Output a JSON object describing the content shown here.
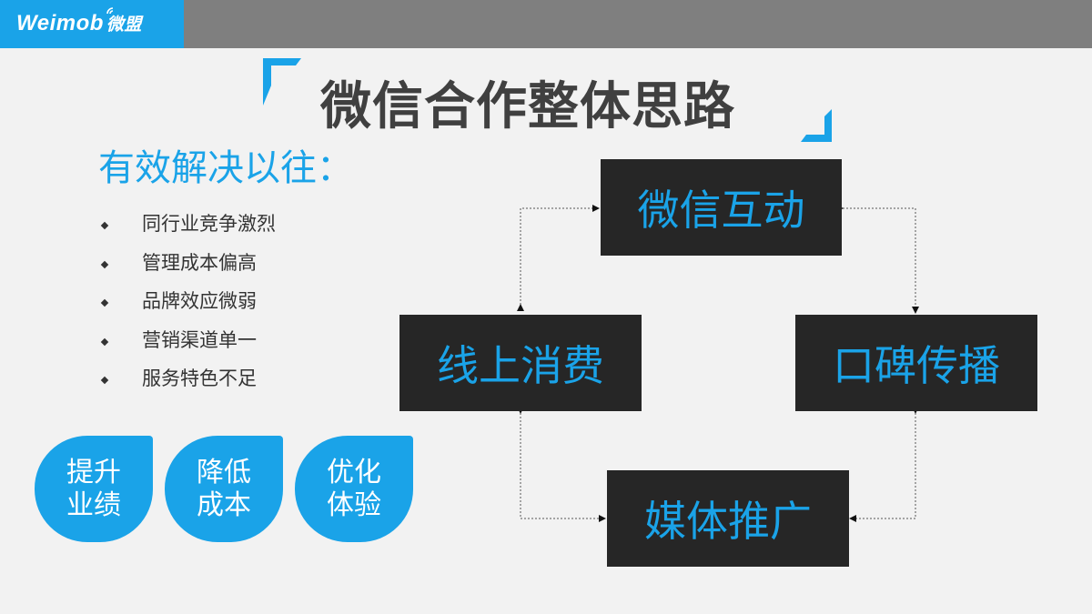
{
  "brand": {
    "logo_text": "Weimob",
    "logo_cn": "微盟"
  },
  "colors": {
    "accent": "#1aa3e8",
    "header_gray": "#7f7f7f",
    "box_dark": "#262626",
    "background": "#f2f2f2",
    "title_text": "#404040"
  },
  "slide": {
    "title": "微信合作整体思路",
    "subtitle": "有效解决以往："
  },
  "bullets": [
    "同行业竞争激烈",
    "管理成本偏高",
    "品牌效应微弱",
    "营销渠道单一",
    "服务特色不足"
  ],
  "benefits": [
    {
      "line1": "提升",
      "line2": "业绩"
    },
    {
      "line1": "降低",
      "line2": "成本"
    },
    {
      "line1": "优化",
      "line2": "体验"
    }
  ],
  "cycle": {
    "top": "微信互动",
    "left": "线上消费",
    "right": "口碑传播",
    "bottom": "媒体推广"
  }
}
